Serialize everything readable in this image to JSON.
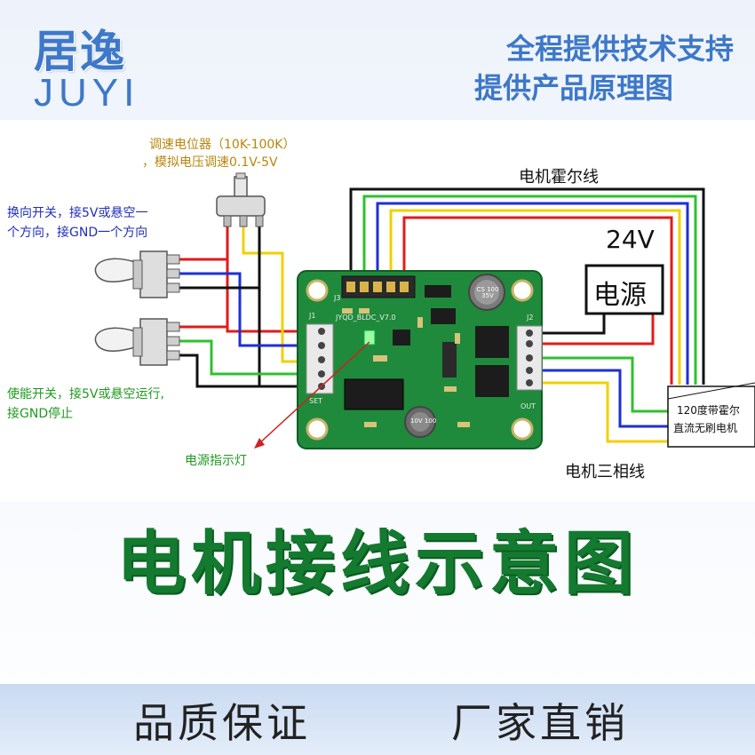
{
  "header": {
    "brand_cn": "居逸",
    "brand_en": "JUYI",
    "tagline_1": "全程提供技术支持",
    "tagline_2": "提供产品原理图"
  },
  "labels": {
    "potentiometer_1": "调速电位器（10K-100K）",
    "potentiometer_2": "，模拟电压调速0.1V-5V",
    "direction_switch_1": "换向开关，接5V或悬空一",
    "direction_switch_2": "个方向，接GND一个方向",
    "enable_switch_1": "使能开关，接5V或悬空运行,",
    "enable_switch_2": "接GND停止",
    "power_led": "电源指示灯",
    "hall_wire": "电机霍尔线",
    "voltage": "24V",
    "power_supply": "电源",
    "phase_wire": "电机三相线",
    "motor_1": "120度带霍尔",
    "motor_2": "直流无刷电机"
  },
  "board": {
    "silk_model": "JYQD_BLDC_V7.0",
    "j1": "J1",
    "j2": "J2",
    "j3": "J3",
    "set": "SET",
    "out": "OUT",
    "cap_large": "CS 100 35V",
    "cap_small": "10V 100"
  },
  "title": "电机接线示意图",
  "footer": {
    "slogan_left": "品质保证",
    "slogan_right": "厂家直销"
  },
  "colors": {
    "brand_blue": "#3d78c9",
    "title_green": "#137a2f",
    "board_green": "#1f8a3b",
    "wire_red": "#e01b1b",
    "wire_blue": "#1e2fd6",
    "wire_green": "#2fc12f",
    "wire_yellow": "#f0d000",
    "wire_black": "#111111",
    "label_blue": "#1f2fb8",
    "label_green": "#1f9a1f",
    "label_gold": "#b8860b",
    "label_red": "#d02020"
  }
}
